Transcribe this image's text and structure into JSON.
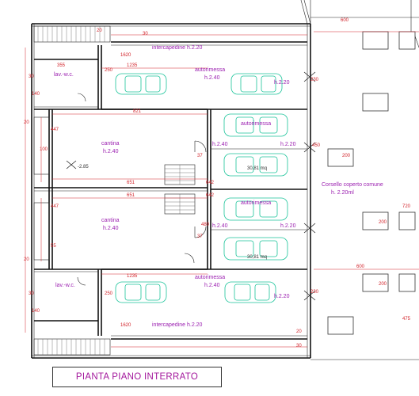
{
  "title": "PIANTA PIANO INTERRATO",
  "rooms": {
    "intercapedine_top": "intercapedine  h.2.20",
    "intercapedine_bottom": "intercapedine  h.2.20",
    "lav_wc_top": "lav.-w.c.",
    "lav_wc_bottom": "lav.-w.c.",
    "cantina_top": "cantina",
    "cantina_top_h": "h.2.40",
    "cantina_bottom": "cantina",
    "cantina_bottom_h": "h.2.40",
    "autorimessa_1": "autorimessa",
    "autorimessa_1_h": "h.2.40",
    "autorimessa_1_h2": "h.2.20",
    "autorimessa_2": "autorimessa",
    "autorimessa_2_h": "h.2.40",
    "autorimessa_2_h2": "h.2.20",
    "autorimessa_2_area": "30,81 mq",
    "autorimessa_3": "autorimessa",
    "autorimessa_3_h": "h.2.40",
    "autorimessa_3_h2": "h.2.20",
    "autorimessa_3_area": "30,81 mq",
    "autorimessa_4": "autorimessa",
    "autorimessa_4_h": "h.2.40",
    "autorimessa_4_h2": "h.2.20",
    "corsello": "Corsello coperto comune",
    "corsello_h": "h. 2.20ml",
    "level": "-2.85"
  },
  "dimensions": {
    "d600_top": "600",
    "d600_mid": "600",
    "d1620_top": "1620",
    "d1620_bottom": "1620",
    "d1235_top": "1235",
    "d1235_bottom": "1235",
    "d355": "355",
    "d821": "821",
    "d651a": "651",
    "d651b": "651",
    "d642a": "642",
    "d642b": "642",
    "d447a": "447",
    "d447b": "447",
    "d480": "480",
    "d200a": "200",
    "d200b": "200",
    "d200c": "200",
    "d230a": "230",
    "d230b": "230",
    "d20a": "20",
    "d20b": "20",
    "d30a": "30",
    "d30b": "30",
    "d30c": "30",
    "d450": "450",
    "d720": "720",
    "d475": "475",
    "d37a": "37",
    "d37b": "37",
    "d250a": "250",
    "d250b": "250",
    "d30top": "30",
    "d100": "100",
    "d20c": "20",
    "d20d": "20",
    "d55": "55",
    "d140a": "140",
    "d140b": "140"
  }
}
